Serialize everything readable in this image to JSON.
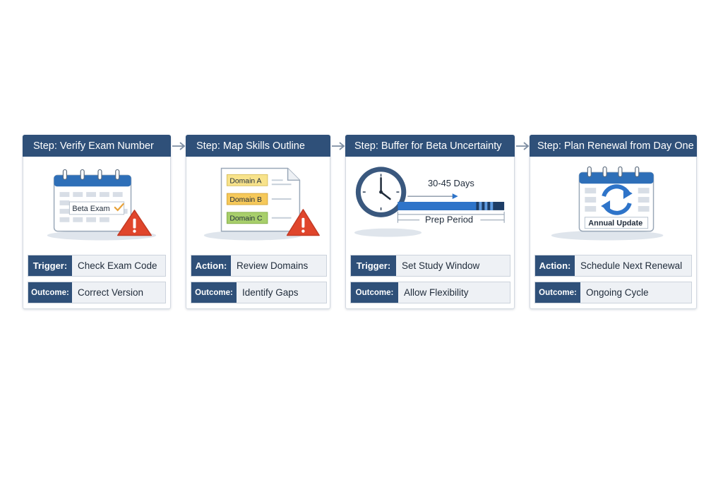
{
  "colors": {
    "header_bg": "#2f5079",
    "row_bg": "#eef1f5",
    "warning": "#e0452b",
    "accent_blue": "#2e74c9",
    "page_bg": "#ffffff"
  },
  "steps": [
    {
      "title": "Step: Verify Exam Number",
      "illustration": {
        "icon": "calendar-warning-icon",
        "label": "Beta Exam"
      },
      "rows": [
        {
          "label": "Trigger:",
          "value": "Check Exam Code"
        },
        {
          "label": "Outcome:",
          "value": "Correct Version"
        }
      ]
    },
    {
      "title": "Step: Map Skills Outline",
      "illustration": {
        "icon": "document-warning-icon",
        "domains": [
          "Domain A",
          "Domain B",
          "Domain C"
        ]
      },
      "rows": [
        {
          "label": "Action:",
          "value": "Review Domains"
        },
        {
          "label": "Outcome:",
          "value": "Identify Gaps"
        }
      ]
    },
    {
      "title": "Step: Buffer for Beta Uncertainty",
      "illustration": {
        "icon": "clock-timeline-icon",
        "range": "30-45 Days",
        "period": "Prep Period"
      },
      "rows": [
        {
          "label": "Trigger:",
          "value": "Set Study Window"
        },
        {
          "label": "Outcome:",
          "value": "Allow Flexibility"
        }
      ]
    },
    {
      "title": "Step: Plan Renewal from Day One",
      "illustration": {
        "icon": "calendar-refresh-icon",
        "label": "Annual Update"
      },
      "rows": [
        {
          "label": "Action:",
          "value": "Schedule Next Renewal"
        },
        {
          "label": "Outcome:",
          "value": "Ongoing Cycle"
        }
      ]
    }
  ]
}
